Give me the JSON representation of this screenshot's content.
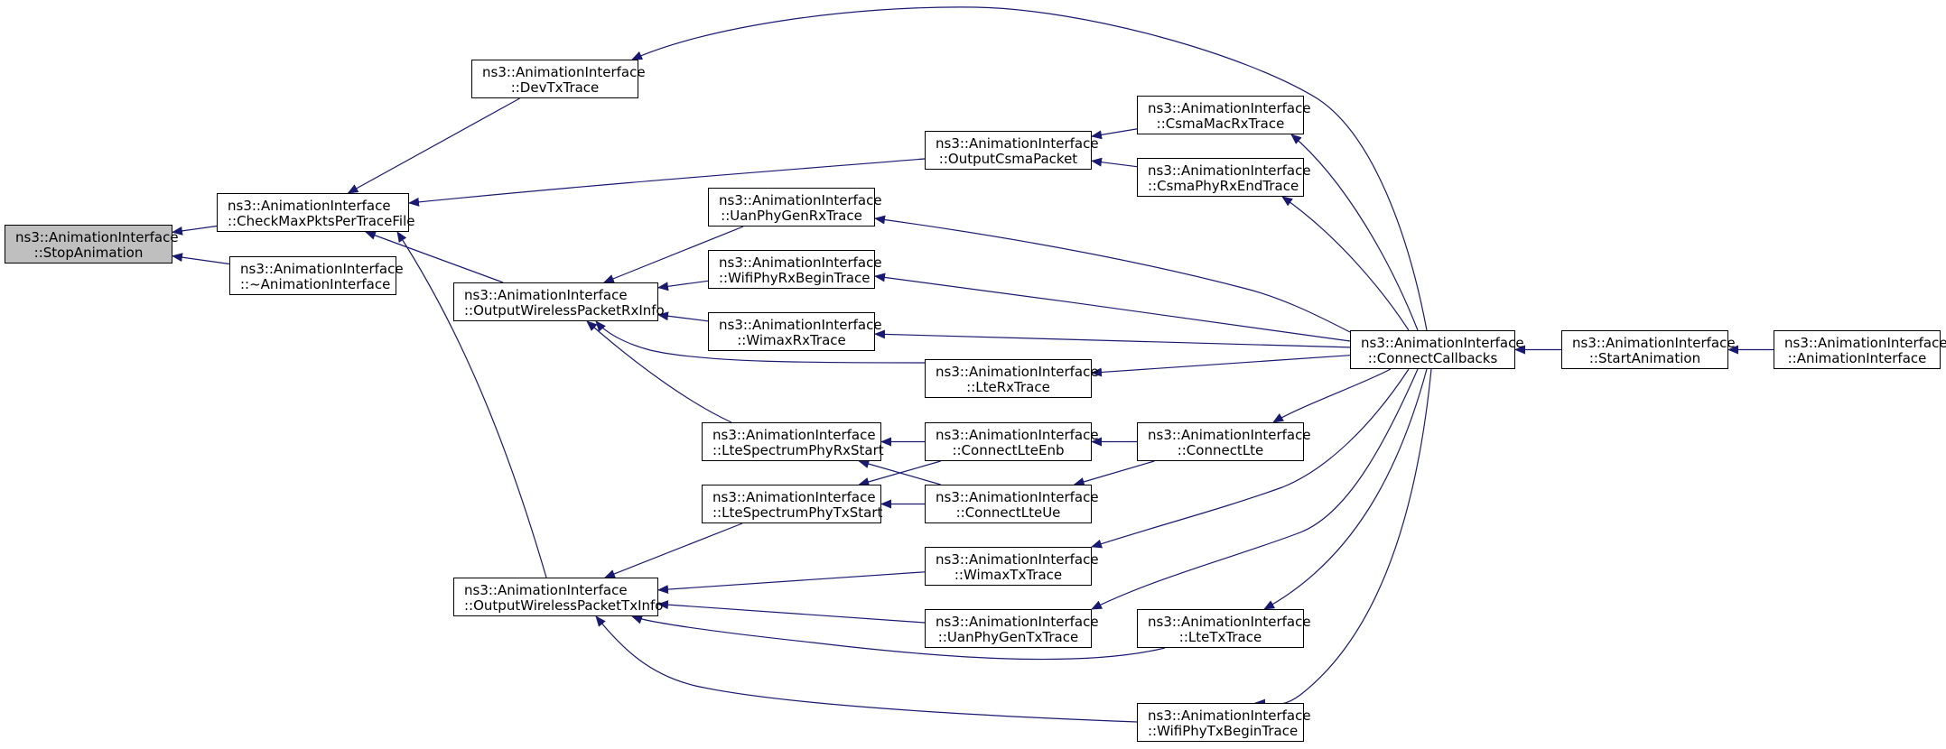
{
  "colors": {
    "edge": "#191970",
    "node_border": "#000000",
    "current_fill": "#bfbfbf",
    "background": "#ffffff"
  },
  "nodes": {
    "stop_animation": {
      "label": [
        "ns3::AnimationInterface",
        "::StopAnimation"
      ]
    },
    "check_max_pkts": {
      "label": [
        "ns3::AnimationInterface",
        "::CheckMaxPktsPerTraceFile"
      ]
    },
    "destructor": {
      "label": [
        "ns3::AnimationInterface",
        "::~AnimationInterface"
      ]
    },
    "dev_tx_trace": {
      "label": [
        "ns3::AnimationInterface",
        "::DevTxTrace"
      ]
    },
    "output_wireless_rx": {
      "label": [
        "ns3::AnimationInterface",
        "::OutputWirelessPacketRxInfo"
      ]
    },
    "output_wireless_tx": {
      "label": [
        "ns3::AnimationInterface",
        "::OutputWirelessPacketTxInfo"
      ]
    },
    "uan_phy_gen_rx": {
      "label": [
        "ns3::AnimationInterface",
        "::UanPhyGenRxTrace"
      ]
    },
    "wifi_phy_rx_begin": {
      "label": [
        "ns3::AnimationInterface",
        "::WifiPhyRxBeginTrace"
      ]
    },
    "wimax_rx": {
      "label": [
        "ns3::AnimationInterface",
        "::WimaxRxTrace"
      ]
    },
    "lte_spectrum_rx": {
      "label": [
        "ns3::AnimationInterface",
        "::LteSpectrumPhyRxStart"
      ]
    },
    "lte_spectrum_tx": {
      "label": [
        "ns3::AnimationInterface",
        "::LteSpectrumPhyTxStart"
      ]
    },
    "output_csma": {
      "label": [
        "ns3::AnimationInterface",
        "::OutputCsmaPacket"
      ]
    },
    "lte_rx": {
      "label": [
        "ns3::AnimationInterface",
        "::LteRxTrace"
      ]
    },
    "connect_lte_enb": {
      "label": [
        "ns3::AnimationInterface",
        "::ConnectLteEnb"
      ]
    },
    "connect_lte_ue": {
      "label": [
        "ns3::AnimationInterface",
        "::ConnectLteUe"
      ]
    },
    "wimax_tx": {
      "label": [
        "ns3::AnimationInterface",
        "::WimaxTxTrace"
      ]
    },
    "uan_phy_gen_tx": {
      "label": [
        "ns3::AnimationInterface",
        "::UanPhyGenTxTrace"
      ]
    },
    "csma_mac_rx": {
      "label": [
        "ns3::AnimationInterface",
        "::CsmaMacRxTrace"
      ]
    },
    "csma_phy_rx_end": {
      "label": [
        "ns3::AnimationInterface",
        "::CsmaPhyRxEndTrace"
      ]
    },
    "connect_lte": {
      "label": [
        "ns3::AnimationInterface",
        "::ConnectLte"
      ]
    },
    "lte_tx": {
      "label": [
        "ns3::AnimationInterface",
        "::LteTxTrace"
      ]
    },
    "wifi_phy_tx_begin": {
      "label": [
        "ns3::AnimationInterface",
        "::WifiPhyTxBeginTrace"
      ]
    },
    "connect_callbacks": {
      "label": [
        "ns3::AnimationInterface",
        "::ConnectCallbacks"
      ]
    },
    "start_animation": {
      "label": [
        "ns3::AnimationInterface",
        "::StartAnimation"
      ]
    },
    "constructor": {
      "label": [
        "ns3::AnimationInterface",
        "::AnimationInterface"
      ]
    }
  },
  "edges": [
    [
      "check_max_pkts",
      "stop_animation"
    ],
    [
      "destructor",
      "stop_animation"
    ],
    [
      "dev_tx_trace",
      "check_max_pkts"
    ],
    [
      "output_csma",
      "check_max_pkts"
    ],
    [
      "output_wireless_rx",
      "check_max_pkts"
    ],
    [
      "output_wireless_tx",
      "check_max_pkts"
    ],
    [
      "connect_callbacks",
      "dev_tx_trace"
    ],
    [
      "csma_mac_rx",
      "output_csma"
    ],
    [
      "csma_phy_rx_end",
      "output_csma"
    ],
    [
      "uan_phy_gen_rx",
      "output_wireless_rx"
    ],
    [
      "wifi_phy_rx_begin",
      "output_wireless_rx"
    ],
    [
      "wimax_rx",
      "output_wireless_rx"
    ],
    [
      "lte_rx",
      "output_wireless_rx"
    ],
    [
      "lte_spectrum_rx",
      "output_wireless_rx"
    ],
    [
      "lte_spectrum_tx",
      "output_wireless_tx"
    ],
    [
      "wimax_tx",
      "output_wireless_tx"
    ],
    [
      "uan_phy_gen_tx",
      "output_wireless_tx"
    ],
    [
      "lte_tx",
      "output_wireless_tx"
    ],
    [
      "wifi_phy_tx_begin",
      "output_wireless_tx"
    ],
    [
      "connect_lte_enb",
      "lte_spectrum_rx"
    ],
    [
      "connect_lte_ue",
      "lte_spectrum_rx"
    ],
    [
      "connect_lte_enb",
      "lte_spectrum_tx"
    ],
    [
      "connect_lte_ue",
      "lte_spectrum_tx"
    ],
    [
      "connect_lte",
      "connect_lte_enb"
    ],
    [
      "connect_lte",
      "connect_lte_ue"
    ],
    [
      "connect_callbacks",
      "csma_mac_rx"
    ],
    [
      "connect_callbacks",
      "csma_phy_rx_end"
    ],
    [
      "connect_callbacks",
      "uan_phy_gen_rx"
    ],
    [
      "connect_callbacks",
      "wifi_phy_rx_begin"
    ],
    [
      "connect_callbacks",
      "wimax_rx"
    ],
    [
      "connect_callbacks",
      "lte_rx"
    ],
    [
      "connect_callbacks",
      "connect_lte"
    ],
    [
      "connect_callbacks",
      "wimax_tx"
    ],
    [
      "connect_callbacks",
      "uan_phy_gen_tx"
    ],
    [
      "connect_callbacks",
      "lte_tx"
    ],
    [
      "connect_callbacks",
      "wifi_phy_tx_begin"
    ],
    [
      "start_animation",
      "connect_callbacks"
    ],
    [
      "constructor",
      "start_animation"
    ]
  ]
}
